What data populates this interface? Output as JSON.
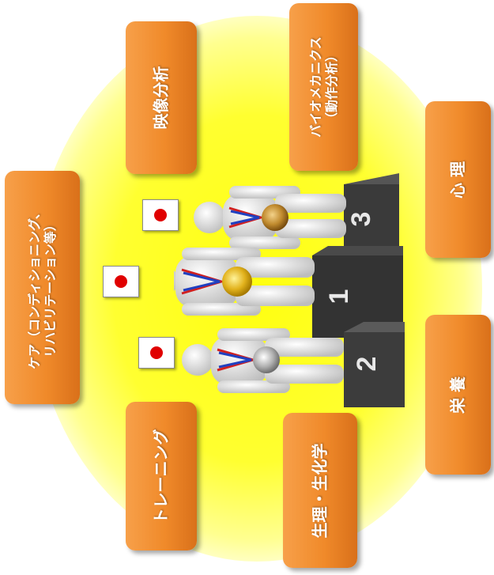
{
  "boxes": {
    "video_analysis": "映像分析",
    "biomechanics_line1": "バイオメカニクス",
    "biomechanics_line2": "（動作分析）",
    "psychology": "心 理",
    "care_line1": "ケア（コンディショニング、",
    "care_line2": "リハビリテーション等）",
    "nutrition": "栄 養",
    "training": "トレーニング",
    "physiology": "生理・生化学"
  },
  "podium": {
    "first": "1",
    "second": "2",
    "third": "3"
  },
  "colors": {
    "box": "#f08a2a",
    "glow": "#ffff20",
    "podium": "#3a3a3a",
    "flag_dot": "#e00000"
  }
}
